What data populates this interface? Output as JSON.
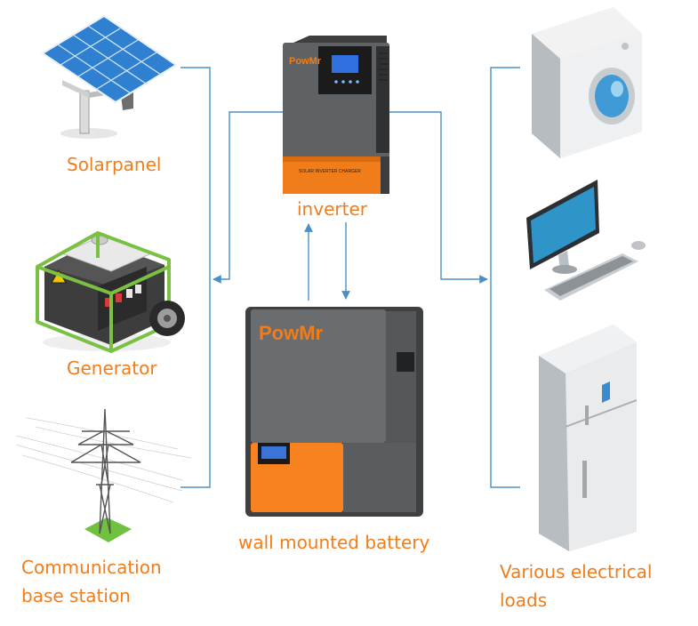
{
  "labels": {
    "solarpanel": "Solarpanel",
    "generator": "Generator",
    "communication_line1": "Communication",
    "communication_line2": "base station",
    "inverter": "inverter",
    "battery": "wall mounted battery",
    "loads_line1": "Various electrical",
    "loads_line2": "loads"
  },
  "brand": {
    "inverter_logo": "PowMr",
    "inverter_panel_text": "SOLAR INVERTER CHARGER",
    "battery_logo": "PowMr"
  },
  "colors": {
    "accent_orange": "#f07d1a",
    "connector_blue": "#4a90c8",
    "device_gray": "#5f6264"
  }
}
